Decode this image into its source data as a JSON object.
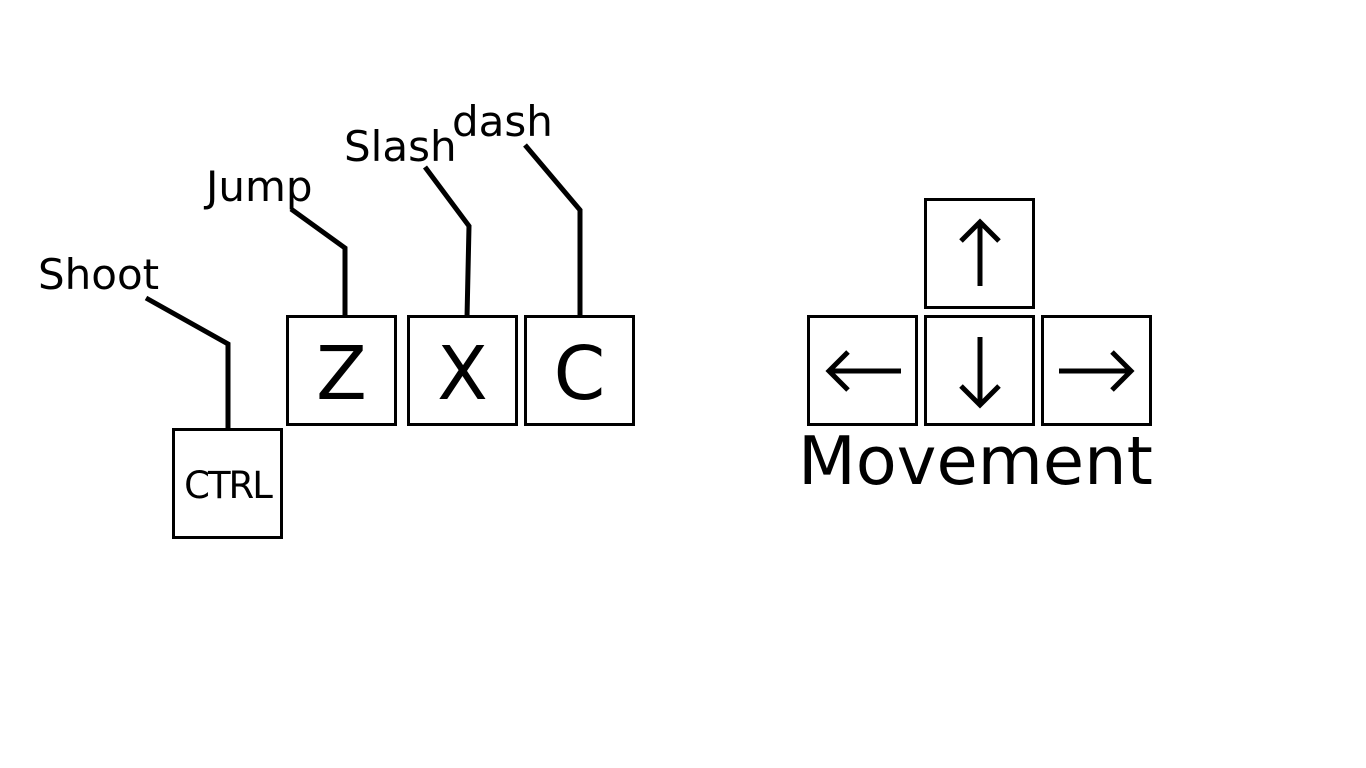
{
  "action_keys": {
    "ctrl": {
      "key": "CTRL",
      "action": "Shoot"
    },
    "z": {
      "key": "Z",
      "action": "Jump"
    },
    "x": {
      "key": "X",
      "action": "Slash"
    },
    "c": {
      "key": "C",
      "action": "dash"
    }
  },
  "movement": {
    "caption": "Movement",
    "keys": {
      "up": {
        "icon": "arrow-up-icon"
      },
      "left": {
        "icon": "arrow-left-icon"
      },
      "down": {
        "icon": "arrow-down-icon"
      },
      "right": {
        "icon": "arrow-right-icon"
      }
    }
  },
  "colors": {
    "ink": "#000000",
    "background": "#ffffff"
  }
}
